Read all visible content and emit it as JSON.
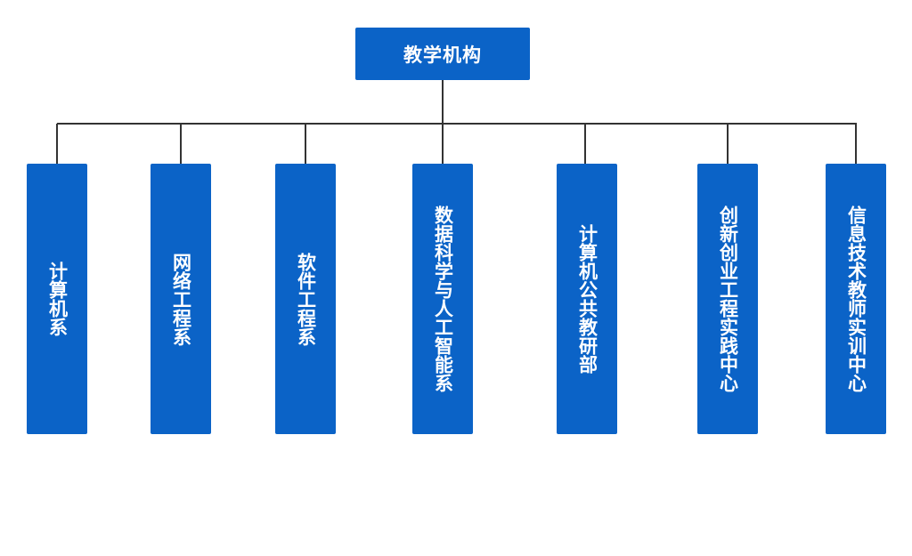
{
  "diagram": {
    "root": {
      "label": "教学机构"
    },
    "children": [
      {
        "label": "计算机系"
      },
      {
        "label": "网络工程系"
      },
      {
        "label": "软件工程系"
      },
      {
        "label": "数据科学与人工智能系"
      },
      {
        "label": "计算机公共教研部"
      },
      {
        "label": "创新创业工程实践中心"
      },
      {
        "label": "信息技术教师实训中心"
      }
    ]
  },
  "colors": {
    "node_fill": "#0b63c7",
    "node_text": "#ffffff",
    "connector": "#333333"
  }
}
